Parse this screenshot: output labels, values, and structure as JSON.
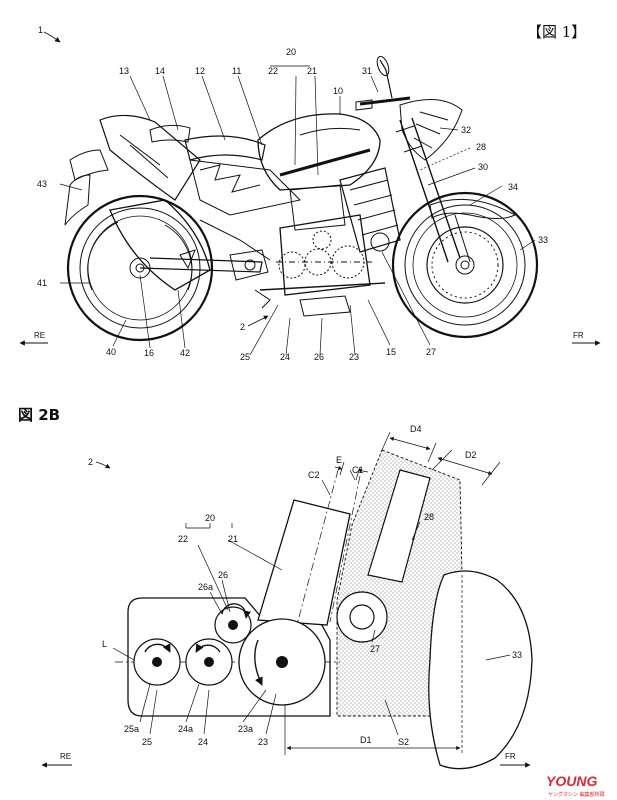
{
  "fig1": {
    "title": "【図 1】",
    "ref_main": "1",
    "labels": {
      "l10": "10",
      "l11": "11",
      "l12": "12",
      "l13": "13",
      "l14": "14",
      "l15": "15",
      "l16": "16",
      "l2": "2",
      "l20": "20",
      "l21": "21",
      "l22": "22",
      "l23": "23",
      "l24": "24",
      "l25": "25",
      "l26": "26",
      "l27": "27",
      "l28": "28",
      "l30": "30",
      "l31": "31",
      "l32": "32",
      "l33": "33",
      "l34": "34",
      "l40": "40",
      "l41": "41",
      "l42": "42",
      "l43": "43"
    },
    "direction_re": "RE",
    "direction_fr": "FR"
  },
  "fig2": {
    "title": "図 2B",
    "ref_main": "2",
    "labels": {
      "l20": "20",
      "l22": "22",
      "l21": "21",
      "l26": "26",
      "l26a": "26a",
      "l25a": "25a",
      "l25": "25",
      "l24a": "24a",
      "l24": "24",
      "l23a": "23a",
      "l23": "23",
      "l27": "27",
      "l28": "28",
      "l33": "33",
      "lL": "L",
      "lC1": "C1",
      "lC2": "C2",
      "lE": "E",
      "lD1": "D1",
      "lD2": "D2",
      "lD4": "D4",
      "lS2": "S2"
    },
    "direction_re": "RE",
    "direction_fr": "FR"
  },
  "watermark": {
    "brand": "YOUNG",
    "sub": "ヤングマシン 編集部所蔵"
  },
  "colors": {
    "line": "#111111",
    "stipple": "#9a9a9a",
    "watermark": "#e3262f"
  }
}
